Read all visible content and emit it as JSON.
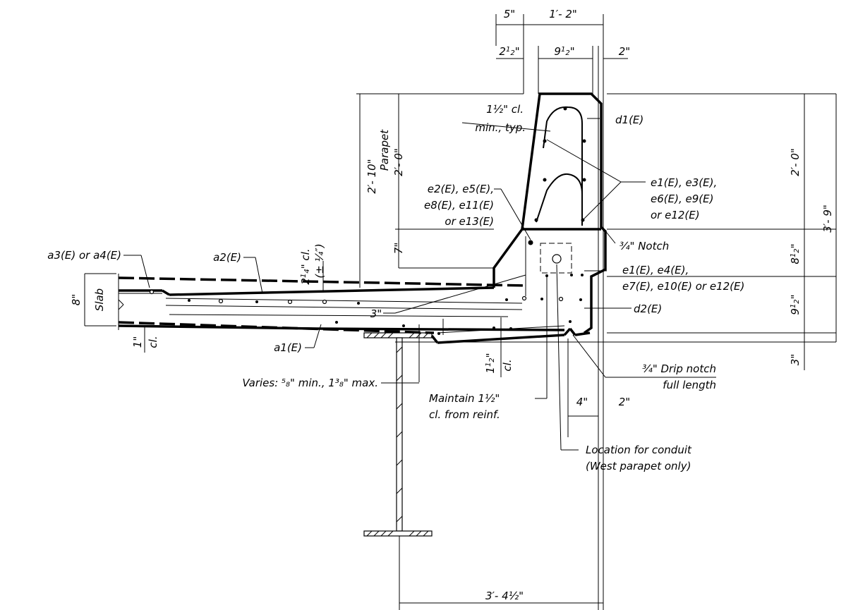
{
  "dims": {
    "top_5": "5\"",
    "top_1_2": "1′- 2\"",
    "d_2half_whole": "2",
    "d_2half_frac": "1",
    "d_2half_den": "2",
    "d_9half_whole": "9",
    "d_9half_frac": "1",
    "d_9half_den": "2",
    "d_2": "2\"",
    "d_2_10": "2′- 10\"",
    "parapet": "Parapet",
    "d_2_0_left": "2′- 0\"",
    "d_7": "7\"",
    "d_2_0_right": "2′- 0\"",
    "d_3_9": "3′- 9\"",
    "d_8half_whole": "8",
    "d_8half_frac": "1",
    "d_8half_den": "2",
    "d_9half_r_whole": "9",
    "d_9half_r_frac": "1",
    "d_9half_r_den": "2",
    "d_3": "3\"",
    "d_8": "8\"",
    "slab": "Slab",
    "d_1_cl": "1\"",
    "cl": "cl.",
    "d_3in": "3\"",
    "d_4": "4\"",
    "d_2_bot": "2\"",
    "d_1half_cl_whole": "1",
    "d_1half_cl_frac": "1",
    "d_1half_cl_den": "2",
    "d_1half_cl": "cl.",
    "d_2quarter_whole": "2",
    "d_2quarter_frac": "1",
    "d_2quarter_den": "4",
    "d_2quarter_cl": "cl.",
    "d_pm_quarter": "(± ¼″)",
    "d_3_4half": "3′- 4½\""
  },
  "labels": {
    "min_cl_line1": "1½\" cl.",
    "min_cl_line2": "min., typ.",
    "d1": "d1(E)",
    "e1_group_1": "e1(E), e3(E),",
    "e1_group_2": "e6(E), e9(E)",
    "e1_group_3": "or e12(E)",
    "e2_group_1": "e2(E), e5(E),",
    "e2_group_2": "e8(E), e11(E)",
    "e2_group_3": "or e13(E)",
    "notch": "¾\" Notch",
    "e4_group_1": "e1(E), e4(E),",
    "e4_group_2": "e7(E), e10(E) or e12(E)",
    "d2": "d2(E)",
    "a3a4": "a3(E) or a4(E)",
    "a2": "a2(E)",
    "a1": "a1(E)",
    "varies": "Varies: ⁵₈\" min., 1³₈\" max.",
    "drip_1": "¾\" Drip notch",
    "drip_2": "full length",
    "maintain_1": "Maintain 1½\"",
    "maintain_2": "cl. from reinf.",
    "conduit_1": "Location for conduit",
    "conduit_2": "(West parapet only)"
  }
}
